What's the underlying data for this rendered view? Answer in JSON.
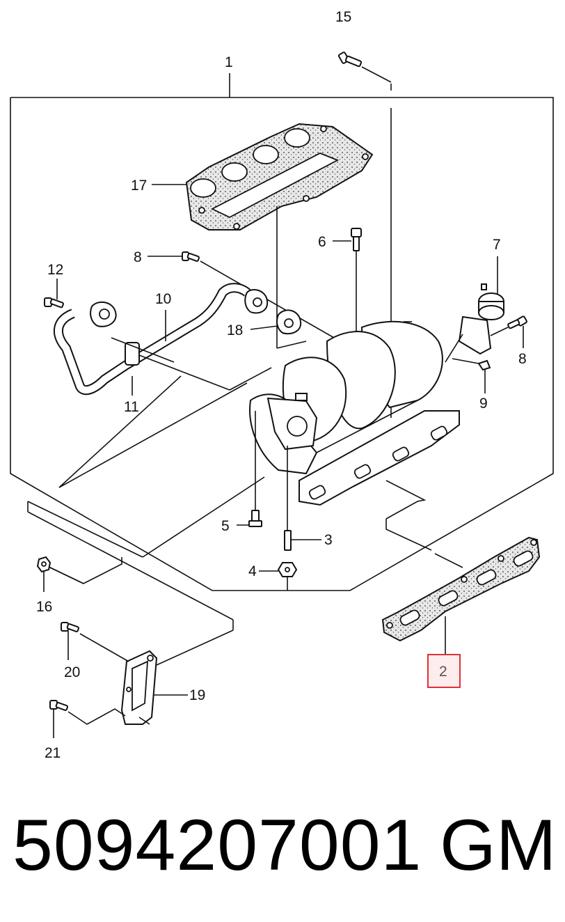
{
  "callouts": {
    "c1": "1",
    "c2": "2",
    "c3": "3",
    "c4": "4",
    "c5": "5",
    "c6": "6",
    "c7": "7",
    "c8a": "8",
    "c8b": "8",
    "c9": "9",
    "c10": "10",
    "c11": "11",
    "c12": "12",
    "c15": "15",
    "c16": "16",
    "c17": "17",
    "c18": "18",
    "c19": "19",
    "c20": "20",
    "c21": "21"
  },
  "footer": {
    "part_number": "5094207001",
    "brand": "GM"
  },
  "highlight": {
    "callout": "2",
    "color": "#e0303a"
  }
}
